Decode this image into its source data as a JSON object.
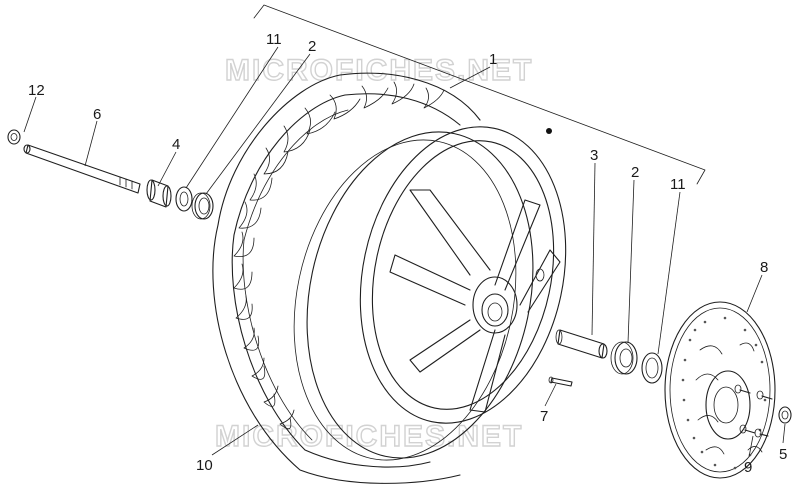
{
  "watermark": "MICROFICHES.NET",
  "callouts": {
    "rim_assembly": "1",
    "bearing_left": "2",
    "bearing_right": "2",
    "spacer": "3",
    "left_spacer": "4",
    "bolt": "5",
    "axle": "6",
    "valve": "7",
    "brake_disc": "8",
    "disc_screw": "9",
    "tyre": "10",
    "seal_left": "11",
    "seal_right": "11",
    "axle_nut": "12"
  }
}
